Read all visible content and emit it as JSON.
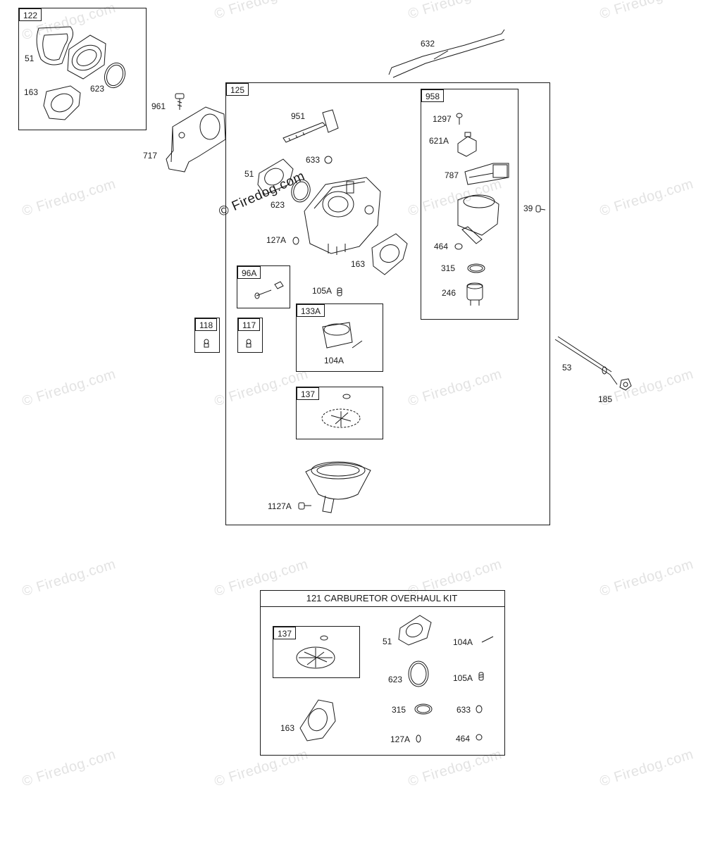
{
  "watermark": "© Firedog.com",
  "groups": {
    "g122": "122",
    "g125": "125",
    "g958": "958",
    "g96a": "96A",
    "g118": "118",
    "g117": "117",
    "g133a": "133A",
    "g137": "137",
    "g137kit": "137"
  },
  "kit": {
    "title": "121 CARBURETOR OVERHAUL KIT"
  },
  "parts": {
    "p51_a": "51",
    "p163_a": "163",
    "p623_a": "623",
    "p961": "961",
    "p717": "717",
    "p632": "632",
    "p951": "951",
    "p633_a": "633",
    "p51_b": "51",
    "p623_b": "623",
    "p127a_a": "127A",
    "p163_b": "163",
    "p105a_a": "105A",
    "p104a_a": "104A",
    "p1127a": "1127A",
    "p1297": "1297",
    "p621a": "621A",
    "p787": "787",
    "p464_a": "464",
    "p315_a": "315",
    "p246": "246",
    "p39": "39",
    "p53": "53",
    "p185": "185",
    "p51_c": "51",
    "p104a_b": "104A",
    "p623_c": "623",
    "p105a_b": "105A",
    "p315_b": "315",
    "p633_b": "633",
    "p163_c": "163",
    "p127a_b": "127A",
    "p464_b": "464"
  }
}
